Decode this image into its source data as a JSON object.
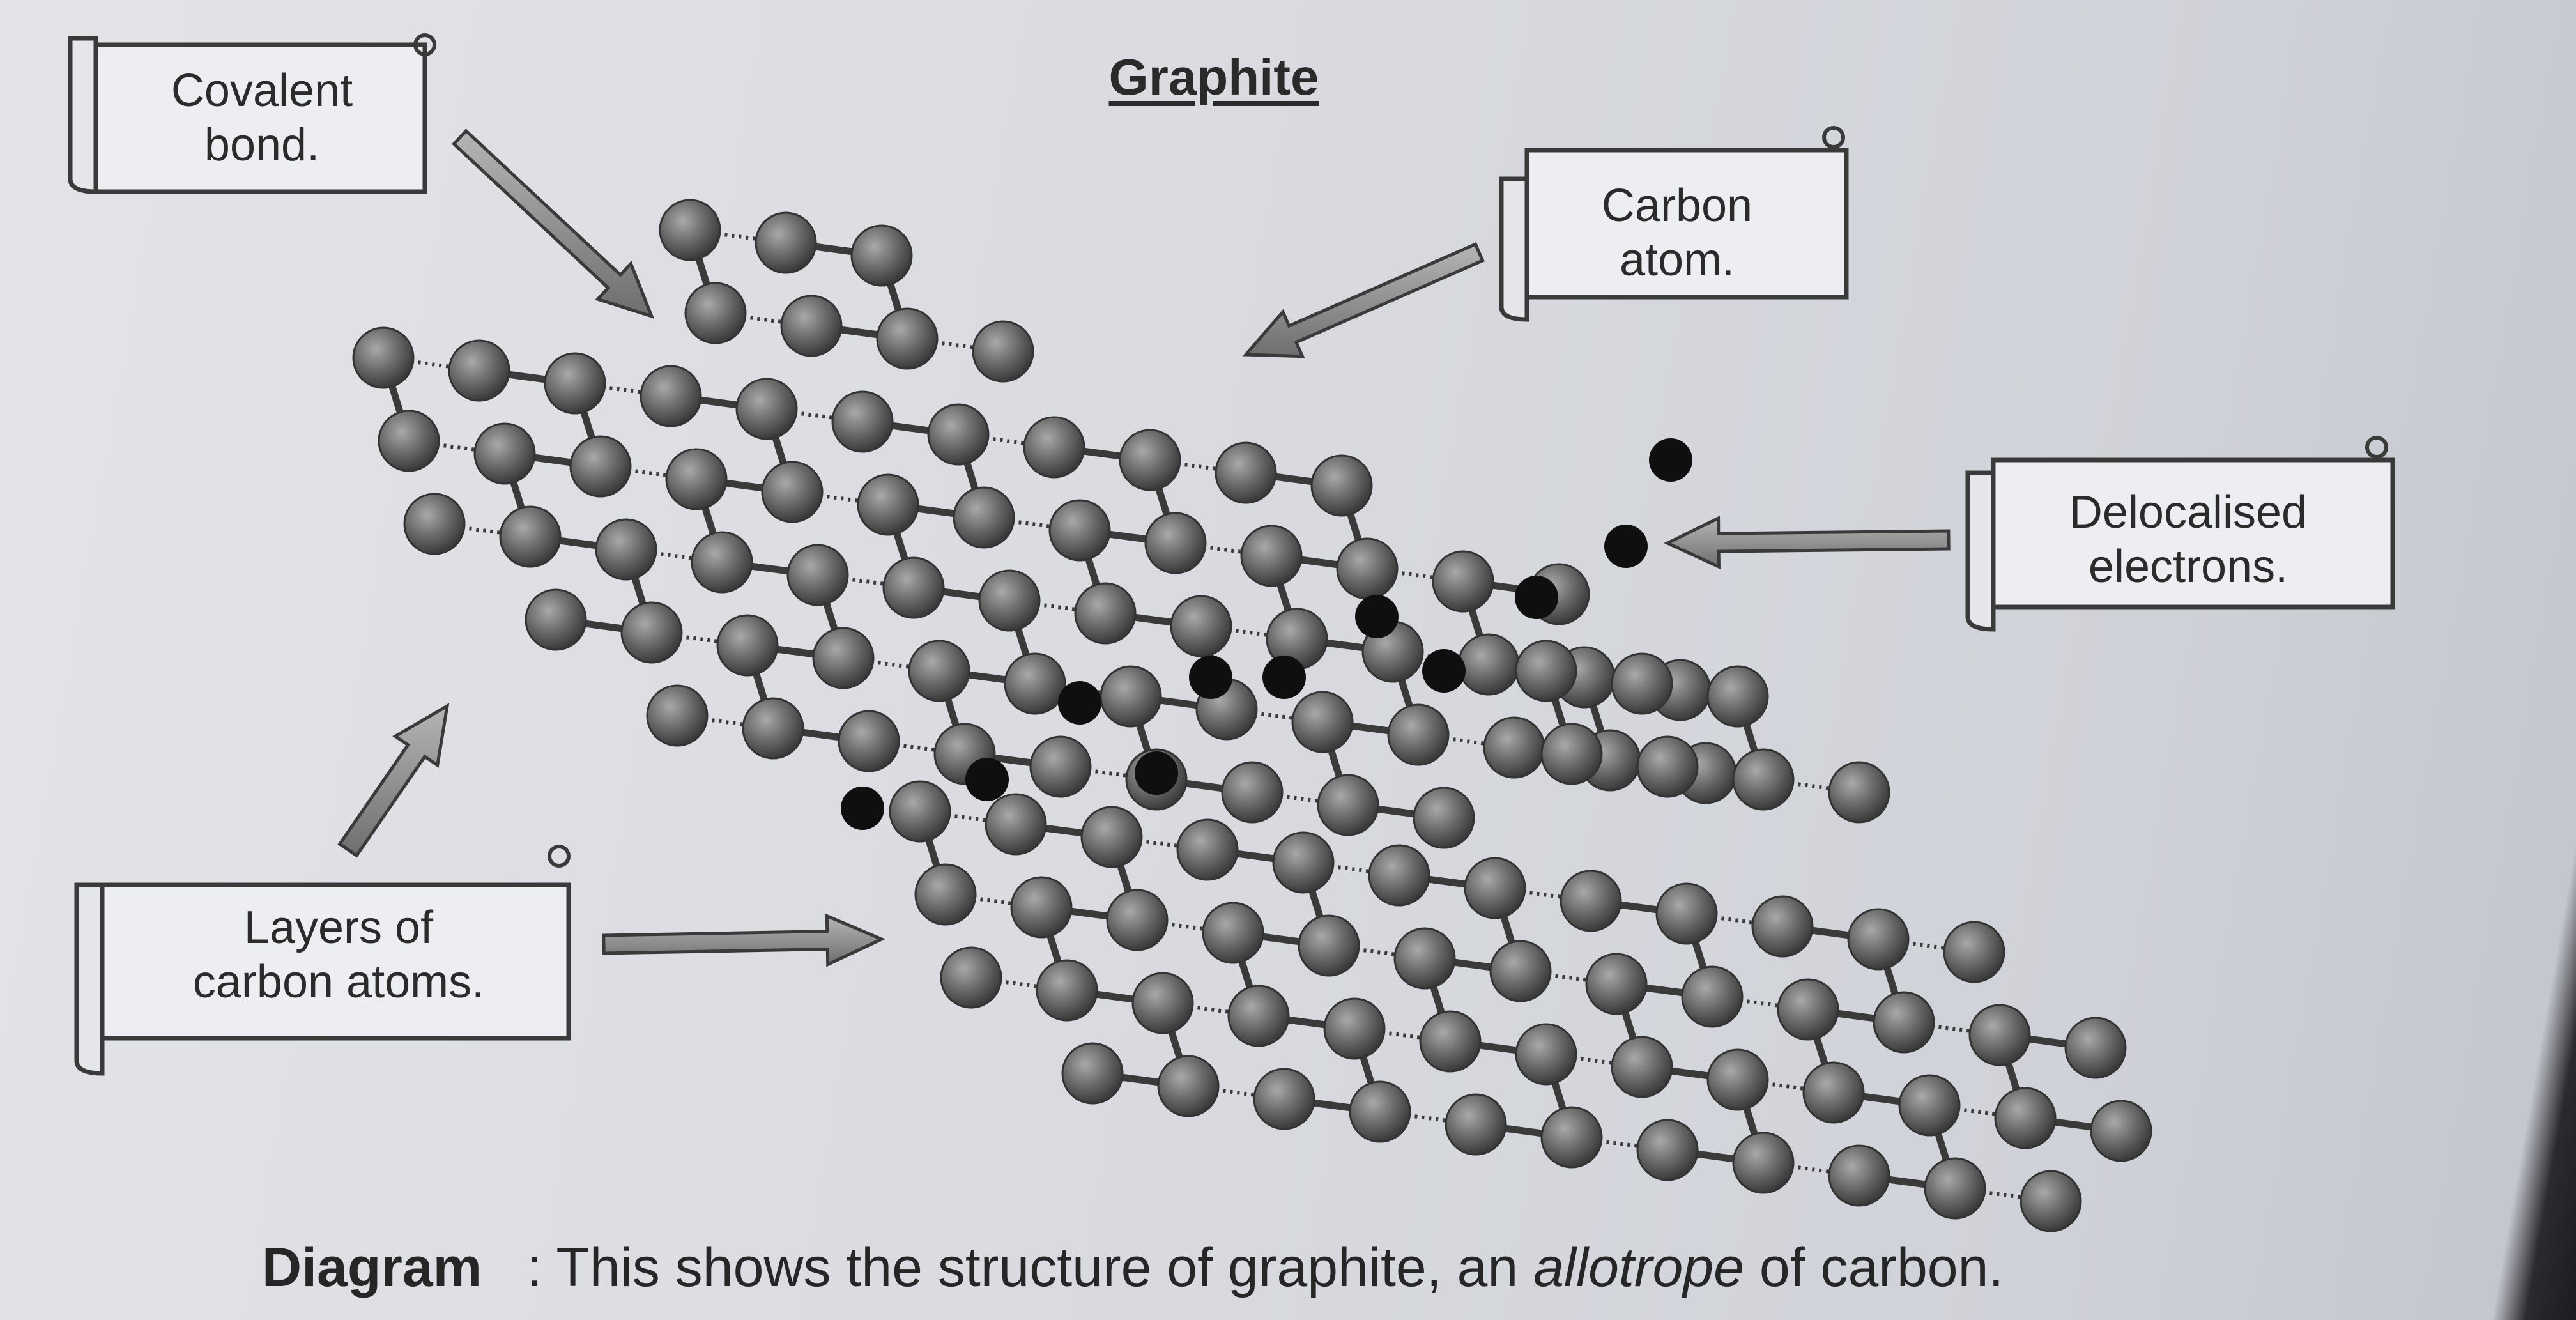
{
  "title": "Graphite",
  "labels": {
    "covalent_bond": [
      "Covalent",
      "bond."
    ],
    "carbon_atom": [
      "Carbon",
      "atom."
    ],
    "delocalised_electrons": [
      "Delocalised",
      "electrons."
    ],
    "layers": [
      "Layers of",
      "carbon atoms."
    ]
  },
  "caption": {
    "label": "Diagram",
    "separator": ":",
    "text_before": "This shows the structure of graphite, an",
    "emphasis": "allotrope",
    "text_after": "of carbon."
  },
  "colors": {
    "atom": "#6b6b6b",
    "bond": "#3a3a3a",
    "electron": "#0f0f0f",
    "page": "#dcdee3"
  }
}
